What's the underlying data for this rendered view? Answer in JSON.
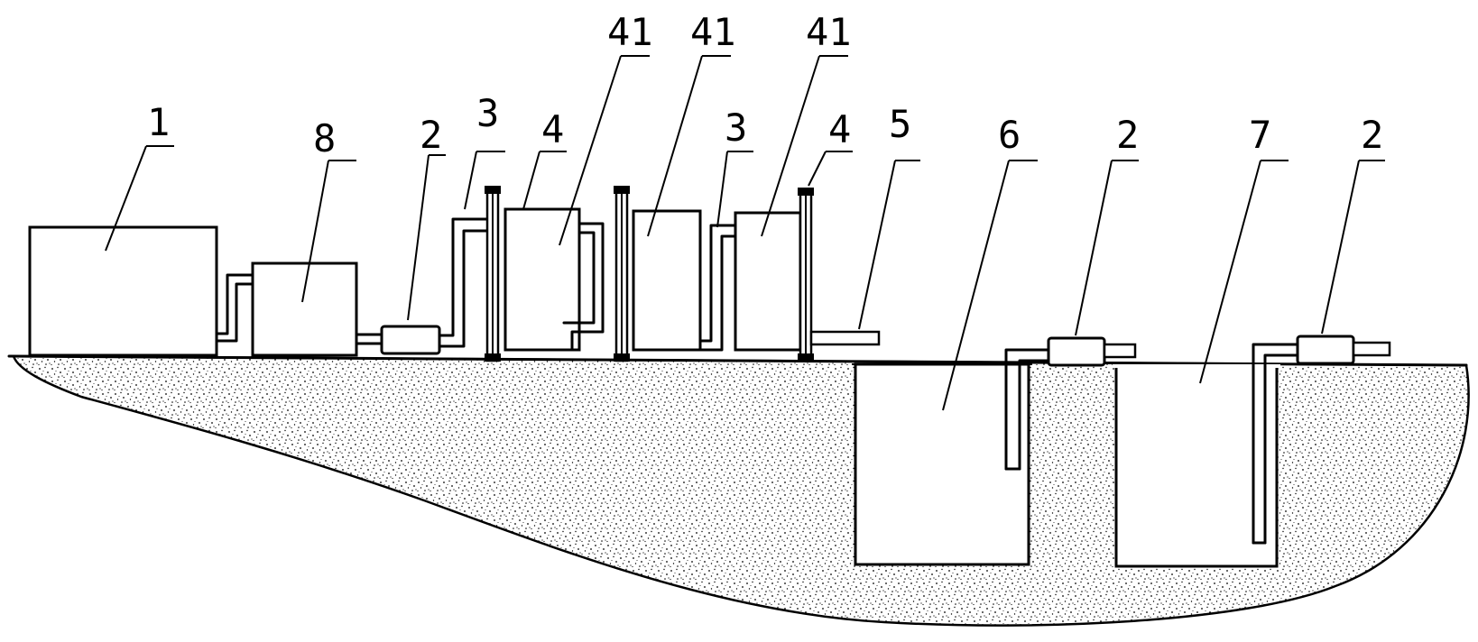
{
  "diagram": {
    "labels": {
      "tank_1": "1",
      "unit_8": "8",
      "pump_a": "2",
      "pipe_3a": "3",
      "clamp_4a": "4",
      "module_41a": "41",
      "module_41b": "41",
      "pipe_3b": "3",
      "module_41c": "41",
      "clamp_4b": "4",
      "outlet_5": "5",
      "pit_6": "6",
      "pump_b": "2",
      "pit_7": "7",
      "pump_c": "2"
    }
  }
}
